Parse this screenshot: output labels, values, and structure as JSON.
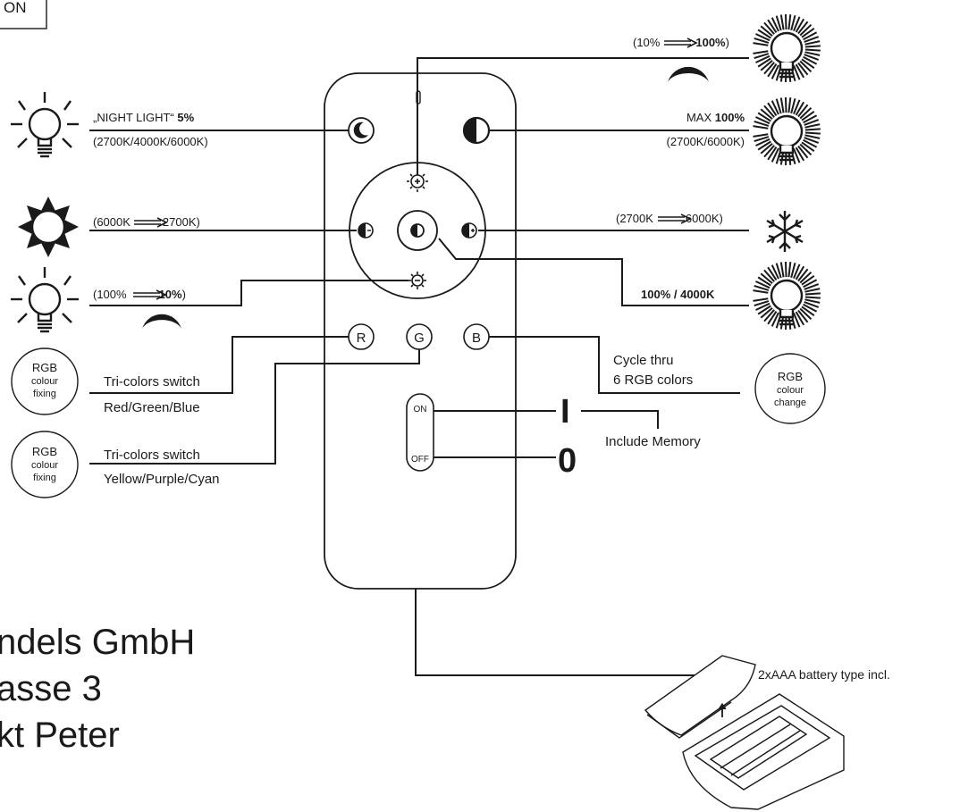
{
  "top_left_label": "ON",
  "labels": {
    "night_light": "„NIGHT LIGHT“",
    "night_light_pct": "5%",
    "night_light_cct": "(2700K/4000K/6000K)",
    "cct_warm": "(6000K",
    "cct_warm_end": "2700K)",
    "dim_down": "(100%",
    "dim_down_end": "10%",
    "dim_down_close": ")",
    "dim_up": "(10%",
    "dim_up_end": "100%",
    "dim_up_close": ")",
    "max": "MAX",
    "max_pct": "100%",
    "max_cct": "(2700K/6000K)",
    "cct_cool": "(2700K",
    "cct_cool_end": "6000K)",
    "center_preset": "100% / 4000K",
    "tri_switch_1": "Tri-colors switch",
    "tri_colors_1": "Red/Green/Blue",
    "tri_switch_2": "Tri-colors switch",
    "tri_colors_2": "Yellow/Purple/Cyan",
    "cycle_1": "Cycle thru",
    "cycle_2": "6 RGB colors",
    "on_symbol": "I",
    "off_symbol": "0",
    "include_memory": "Include Memory",
    "battery": "2xAAA battery type incl."
  },
  "remote": {
    "btn_r": "R",
    "btn_g": "G",
    "btn_b": "B",
    "switch_on": "ON",
    "switch_off": "OFF"
  },
  "badges": {
    "fix_1": [
      "RGB",
      "colour",
      "fixing"
    ],
    "fix_2": [
      "RGB",
      "colour",
      "fixing"
    ],
    "change": [
      "RGB",
      "colour",
      "change"
    ]
  },
  "address": [
    "ndels GmbH",
    "asse 3",
    "kt Peter"
  ]
}
